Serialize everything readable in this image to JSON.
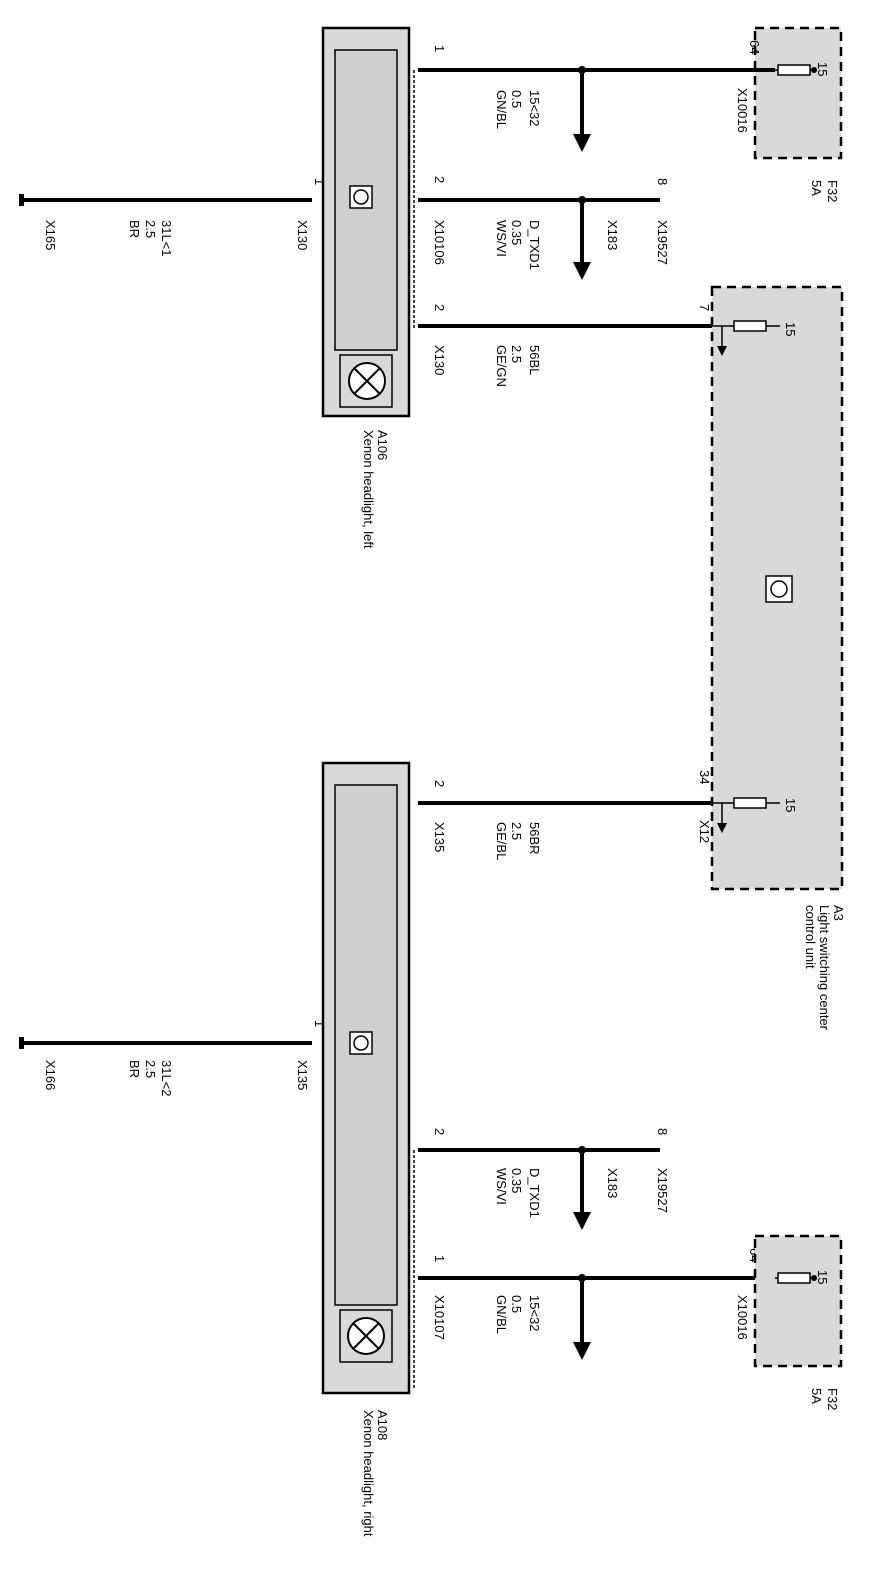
{
  "fuse_top": {
    "label": "F32",
    "rating": "5A",
    "fuse_no": "15",
    "pin": "64",
    "connector": "X10016"
  },
  "fuse_bottom": {
    "label": "F32",
    "rating": "5A",
    "fuse_no": "15",
    "pin": "64",
    "connector": "X10016"
  },
  "headlight_left": {
    "code": "A106",
    "name": "Xenon headlight, left"
  },
  "headlight_right": {
    "code": "A108",
    "name": "Xenon headlight, right"
  },
  "control_unit": {
    "code": "A3",
    "name_line1": "Light switching center",
    "name_line2": "control unit",
    "connector": "X12",
    "ref_top": "15",
    "ref_bottom": "15"
  },
  "wires_left": [
    {
      "pin": "1",
      "signal": "15<32",
      "gauge": "0.5",
      "color": "GN/BL",
      "connector": "X10016"
    },
    {
      "pin": "2",
      "signal": "D_TXD1",
      "gauge": "0.35",
      "color": "WS/VI",
      "connector": "X10106",
      "end_connector": "X19527",
      "end_pin": "8",
      "branch": "X183"
    },
    {
      "pin": "2",
      "signal": "56BL",
      "gauge": "2.5",
      "color": "GE/GN",
      "connector": "X130",
      "cu_pin": "7"
    },
    {
      "pin": "1",
      "signal": "31L<1",
      "gauge": "2.5",
      "color": "BR",
      "connector": "X130",
      "ground": "X165"
    }
  ],
  "wires_right": [
    {
      "pin": "2",
      "signal": "56BR",
      "gauge": "2.5",
      "color": "GE/BL",
      "connector": "X135",
      "cu_pin": "34"
    },
    {
      "pin": "1",
      "signal": "31L<2",
      "gauge": "2.5",
      "color": "BR",
      "connector": "X135",
      "ground": "X166"
    },
    {
      "pin": "2",
      "signal": "D_TXD1",
      "gauge": "0.35",
      "color": "WS/VI",
      "end_connector": "X19527",
      "end_pin": "8",
      "branch": "X183"
    },
    {
      "pin": "1",
      "signal": "15<32",
      "gauge": "0.5",
      "color": "GN/BL",
      "connector": "X10107"
    }
  ]
}
